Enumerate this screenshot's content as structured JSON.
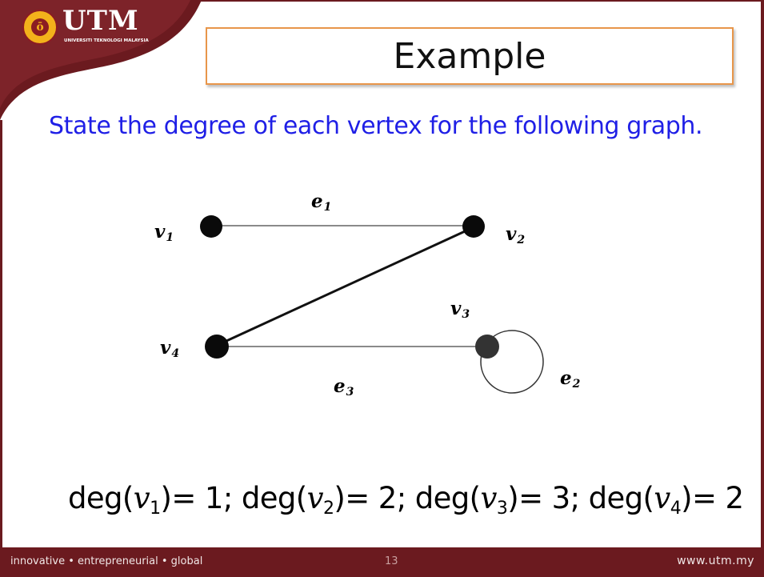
{
  "brand": {
    "logo_text": "UTM",
    "logo_subtext": "UNIVERSITI TEKNOLOGI MALAYSIA",
    "primary_color": "#6b1a1f",
    "accent_color": "#f3b21b"
  },
  "slide": {
    "title": "Example",
    "question": "State the degree of each vertex for the following graph."
  },
  "graph": {
    "vertices": [
      {
        "id": "v1",
        "label": "v",
        "sub": "1"
      },
      {
        "id": "v2",
        "label": "v",
        "sub": "2"
      },
      {
        "id": "v3",
        "label": "v",
        "sub": "3"
      },
      {
        "id": "v4",
        "label": "v",
        "sub": "4"
      }
    ],
    "edges": [
      {
        "id": "e1",
        "label": "e",
        "sub": "1",
        "from": "v1",
        "to": "v2"
      },
      {
        "id": "e2",
        "label": "e",
        "sub": "2",
        "from": "v3",
        "to": "v3",
        "loop": true
      },
      {
        "id": "e3",
        "label": "e",
        "sub": "3",
        "from": "v4",
        "to": "v3"
      },
      {
        "id": "e4",
        "from": "v2",
        "to": "v4"
      }
    ]
  },
  "answer": {
    "items": [
      {
        "prefix": "deg(",
        "var": "v",
        "sub": "1",
        "suffix": ")= 1; "
      },
      {
        "prefix": "deg(",
        "var": "v",
        "sub": "2",
        "suffix": ")= 2; "
      },
      {
        "prefix": "deg(",
        "var": "v",
        "sub": "3",
        "suffix": ")= 3; "
      },
      {
        "prefix": "deg(",
        "var": "v",
        "sub": "4",
        "suffix": ")= 2"
      }
    ]
  },
  "footer": {
    "tagline": "innovative • entrepreneurial • global",
    "page_number": "13",
    "website": "www.utm.my"
  }
}
